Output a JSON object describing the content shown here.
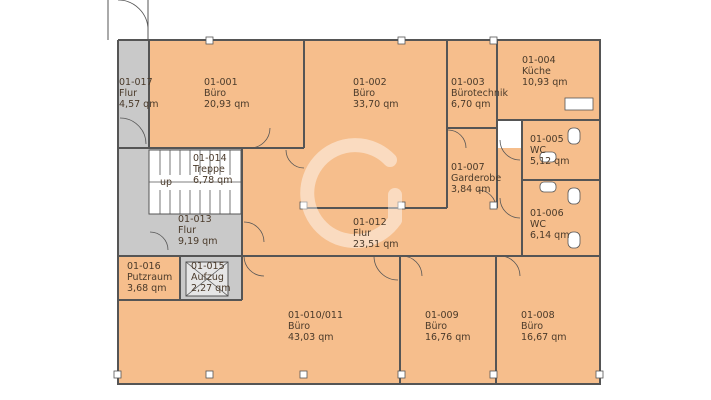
{
  "colors": {
    "office": "#F6BE8C",
    "service": "#C9C9C9",
    "wall": "#555555",
    "fixture": "#FFFFFF"
  },
  "rooms": [
    {
      "id": "01-017",
      "type": "Flur",
      "area": "4,57 qm"
    },
    {
      "id": "01-001",
      "type": "Büro",
      "area": "20,93 qm"
    },
    {
      "id": "01-002",
      "type": "Büro",
      "area": "33,70 qm"
    },
    {
      "id": "01-003",
      "type": "Bürotechnik",
      "area": "6,70 qm"
    },
    {
      "id": "01-004",
      "type": "Küche",
      "area": "10,93 qm"
    },
    {
      "id": "01-005",
      "type": "WC",
      "area": "5,12 qm"
    },
    {
      "id": "01-014",
      "type": "Treppe",
      "area": "6,78 qm"
    },
    {
      "id": "01-007",
      "type": "Garderobe",
      "area": "3,84 qm"
    },
    {
      "id": "01-006",
      "type": "WC",
      "area": "6,14 qm"
    },
    {
      "id": "01-013",
      "type": "Flur",
      "area": "9,19 qm"
    },
    {
      "id": "01-012",
      "type": "Flur",
      "area": "23,51 qm"
    },
    {
      "id": "01-016",
      "type": "Putzraum",
      "area": "3,68 qm"
    },
    {
      "id": "01-015",
      "type": "Aufzug",
      "area": "2,27 qm"
    },
    {
      "id": "01-010/011",
      "type": "Büro",
      "area": "43,03 qm"
    },
    {
      "id": "01-009",
      "type": "Büro",
      "area": "16,76 qm"
    },
    {
      "id": "01-008",
      "type": "Büro",
      "area": "16,67 qm"
    }
  ],
  "stair_arrow_label": "up"
}
